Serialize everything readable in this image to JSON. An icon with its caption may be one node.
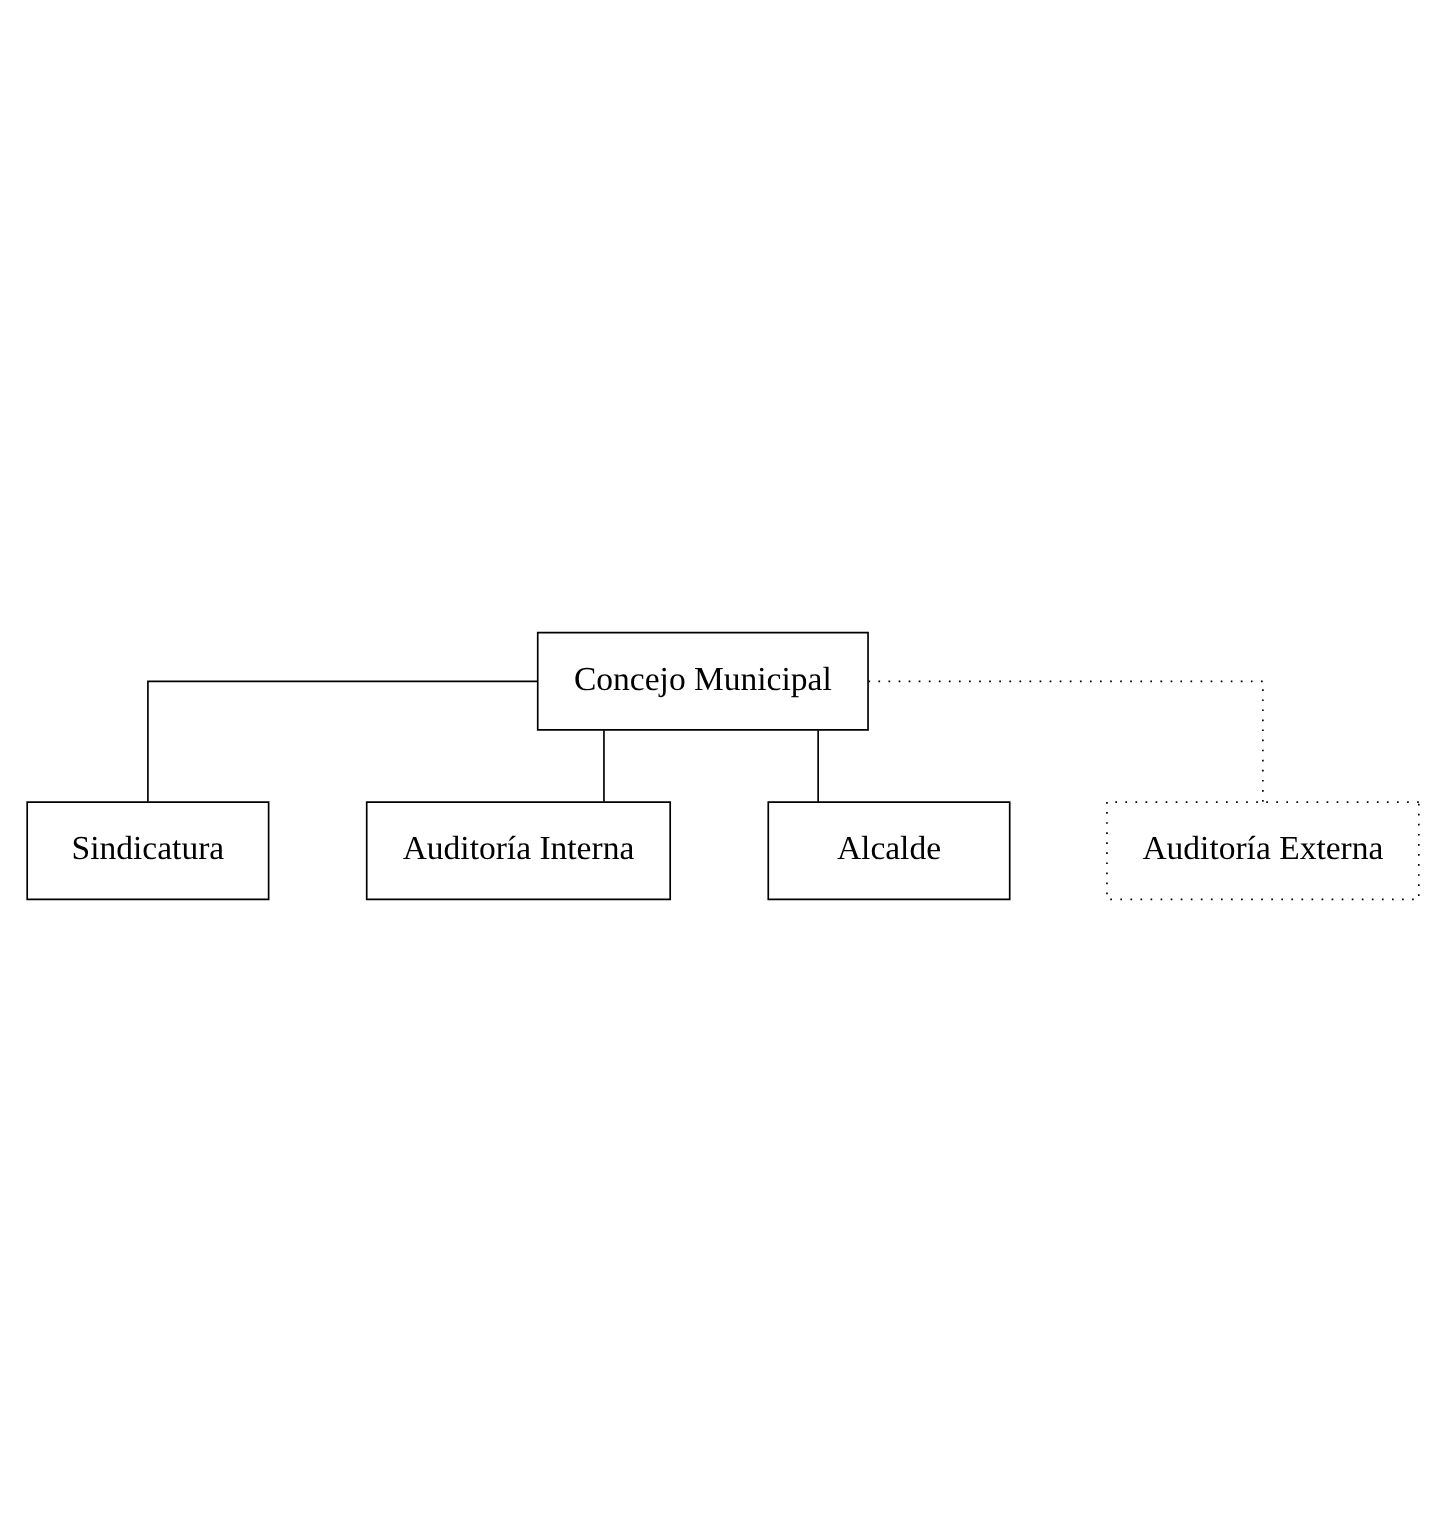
{
  "diagram": {
    "nodes": [
      {
        "text": [
          "Concejo Municipal"
        ]
      },
      {
        "text": [
          "Sindicatura"
        ]
      },
      {
        "text": [
          "Auditoría Externa"
        ]
      },
      {
        "text": [
          "Auditoría Interna"
        ]
      },
      {
        "text": [
          "Alcalde"
        ]
      }
    ],
    "edges": [
      {
        "from": 0,
        "to": 1,
        "arrow": "none"
      },
      {
        "from": 2,
        "to": 0,
        "arrow": "none",
        "style": "dashed"
      },
      {
        "from": 0,
        "to": 3,
        "arrow": "none"
      },
      {
        "from": 0,
        "to": 4,
        "arrow": "none"
      }
    ]
  }
}
